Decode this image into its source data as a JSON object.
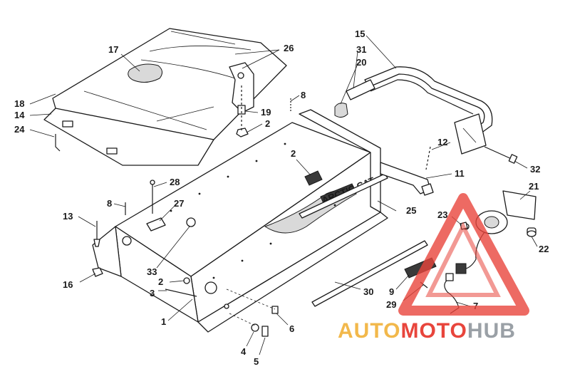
{
  "callouts": [
    {
      "id": "17",
      "text": "17"
    },
    {
      "id": "26",
      "text": "26"
    },
    {
      "id": "18",
      "text": "18"
    },
    {
      "id": "14",
      "text": "14"
    },
    {
      "id": "24",
      "text": "24"
    },
    {
      "id": "19",
      "text": "19"
    },
    {
      "id": "2a",
      "text": "2"
    },
    {
      "id": "8a",
      "text": "8"
    },
    {
      "id": "15",
      "text": "15"
    },
    {
      "id": "31",
      "text": "31"
    },
    {
      "id": "20",
      "text": "20"
    },
    {
      "id": "12",
      "text": "12"
    },
    {
      "id": "32",
      "text": "32"
    },
    {
      "id": "11",
      "text": "11"
    },
    {
      "id": "2b",
      "text": "2"
    },
    {
      "id": "28",
      "text": "28"
    },
    {
      "id": "8b",
      "text": "8"
    },
    {
      "id": "27",
      "text": "27"
    },
    {
      "id": "13",
      "text": "13"
    },
    {
      "id": "25",
      "text": "25"
    },
    {
      "id": "21",
      "text": "21"
    },
    {
      "id": "23",
      "text": "23"
    },
    {
      "id": "22",
      "text": "22"
    },
    {
      "id": "16",
      "text": "16"
    },
    {
      "id": "33",
      "text": "33"
    },
    {
      "id": "2c",
      "text": "2"
    },
    {
      "id": "3",
      "text": "3"
    },
    {
      "id": "30",
      "text": "30"
    },
    {
      "id": "9",
      "text": "9"
    },
    {
      "id": "29",
      "text": "29"
    },
    {
      "id": "7",
      "text": "7"
    },
    {
      "id": "6",
      "text": "6"
    },
    {
      "id": "1",
      "text": "1"
    },
    {
      "id": "4",
      "text": "4"
    },
    {
      "id": "5",
      "text": "5"
    }
  ],
  "decal_text": "ARCTIC CAT",
  "watermark": {
    "part1": "AUTO",
    "part2": "MOTO",
    "part3": "HUB",
    "color1": "#f2b84b",
    "color2": "#e8453c",
    "color3": "#9aa0a6"
  }
}
